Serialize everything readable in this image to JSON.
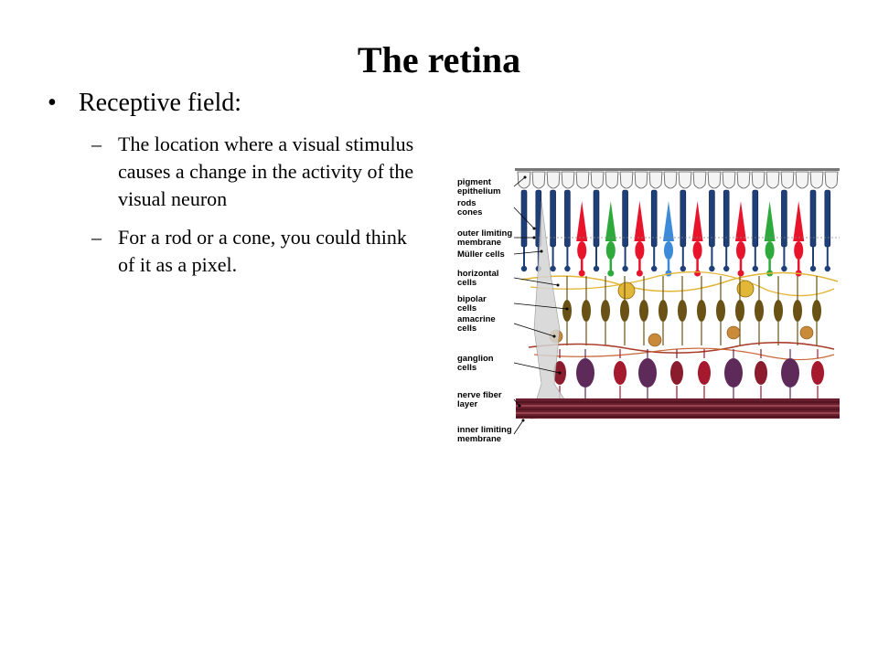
{
  "slide": {
    "title": "The retina",
    "bullet": "Receptive field:",
    "subbullets": [
      "The location where a visual stimulus causes a change in the activity of the visual neuron",
      "For a rod or a cone, you could think of it as a pixel."
    ]
  },
  "figure": {
    "labels": [
      [
        "pigment",
        "epithelium"
      ],
      [
        "rods",
        "cones"
      ],
      [
        "outer limiting",
        "membrane"
      ],
      [
        "Müller cells"
      ],
      [
        "horizontal",
        "cells"
      ],
      [
        "bipolar",
        "cells"
      ],
      [
        "amacrine",
        "cells"
      ],
      [
        "ganglion",
        "cells"
      ],
      [
        "nerve fiber",
        "layer"
      ],
      [
        "inner limiting",
        "membrane"
      ]
    ],
    "colors": {
      "rod": "#1f3f78",
      "red_cone": "#e8142b",
      "green_cone": "#2eaa3c",
      "blue_cone": "#3d8ad8",
      "horizontal": "#e2b636",
      "bipolar": "#6a5216",
      "amacrine": "#c98b3a",
      "ganglion": "#8a1c2d",
      "nerve_fiber": "#6a1e2e"
    }
  }
}
